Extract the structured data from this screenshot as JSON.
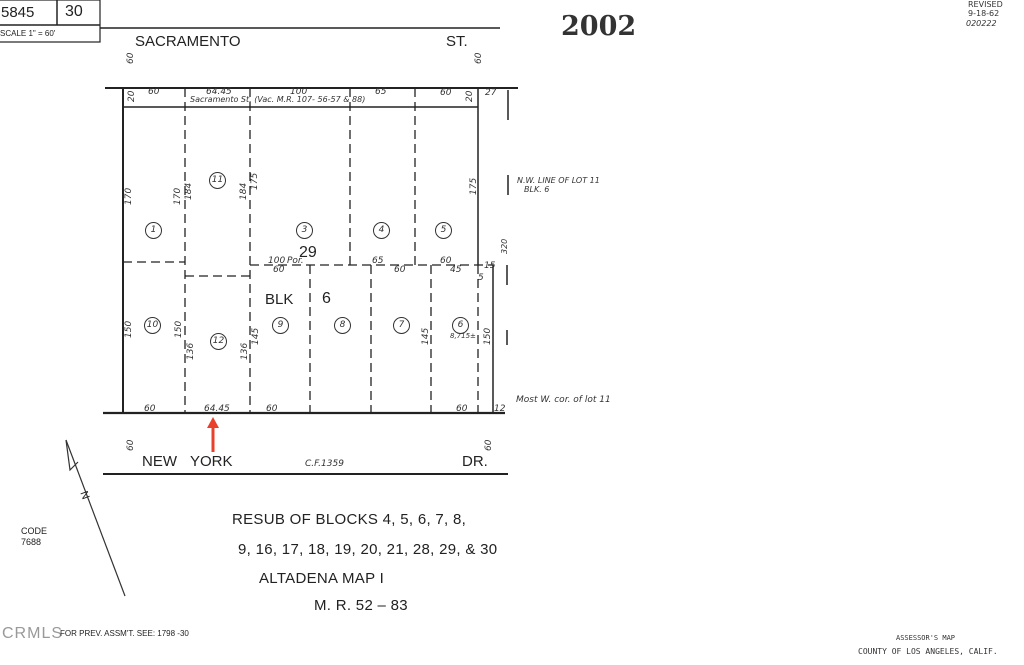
{
  "header": {
    "book": "5845",
    "page": "30",
    "scale": "SCALE 1\" = 60'",
    "year": "2002",
    "revised": "REVISED",
    "revised_date": "9-18-62",
    "revision_code": "020222"
  },
  "streets": {
    "north_name": "SACRAMENTO",
    "north_suffix": "ST.",
    "north_width": "60",
    "south_name_1": "NEW",
    "south_name_2": "YORK",
    "south_suffix": "DR.",
    "south_width": "60",
    "south_cf": "C.F.1359",
    "vacated_note": "Sacramento St. (Vac. M.R. 107- 56-57 & 88)"
  },
  "block": {
    "label": "BLK",
    "number": "6",
    "portion_number": "29",
    "portion_label": "Por."
  },
  "lots": [
    "1",
    "11",
    "3",
    "4",
    "5",
    "10",
    "12",
    "9",
    "8",
    "7",
    "6"
  ],
  "lot6_area": "8,715±",
  "dimensions": {
    "top": [
      "20",
      "60",
      "64.45",
      "100",
      "65",
      "60",
      "20",
      "27"
    ],
    "bottom": [
      "60",
      "64.45",
      "60",
      "60",
      "12"
    ],
    "middle": [
      "100",
      "60",
      "65",
      "60",
      "60",
      "45",
      "15",
      "5"
    ],
    "depths": [
      "170",
      "170",
      "184",
      "184",
      "175",
      "175",
      "150",
      "150",
      "136",
      "136",
      "145",
      "145",
      "150",
      "320"
    ]
  },
  "annotations": {
    "nw_line": "N.W. LINE OF LOT 11",
    "nw_line_blk": "BLK. 6",
    "most_w_cor": "Most W. cor. of lot 11",
    "code_label": "CODE",
    "code_value": "7688",
    "north_arrow": "N"
  },
  "caption": {
    "line1": "RESUB OF BLOCKS 4, 5, 6, 7, 8,",
    "line2": "9, 16, 17, 18, 19, 20, 21, 28, 29, & 30",
    "line3": "ALTADENA MAP I",
    "line4": "M. R. 52 – 83"
  },
  "footer": {
    "watermark": "CRMLS",
    "prev_assmt": "FOR PREV. ASSM'T. SEE: 1798 -30",
    "assessor": "ASSESSOR'S MAP",
    "county": "COUNTY OF LOS ANGELES, CALIF."
  },
  "colors": {
    "ink": "#222222",
    "marker": "#e8402a"
  }
}
